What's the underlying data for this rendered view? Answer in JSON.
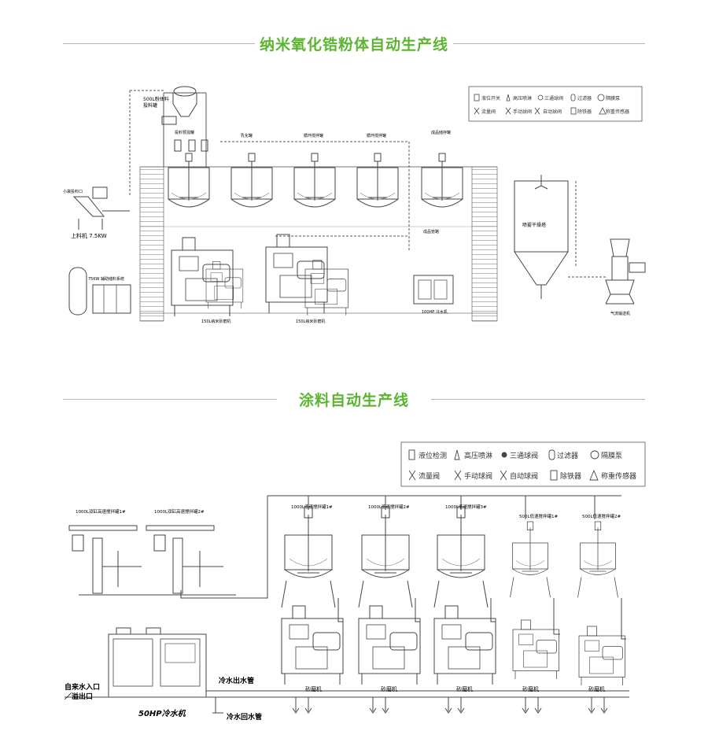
{
  "section1": {
    "title": "纳米氧化锆粉体自动生产线",
    "labels": {
      "hopper": "500L粉体料",
      "hopper2": "投料罐",
      "tank_a": "投料预混罐",
      "tank_b": "乳化罐",
      "tank_c": "循环搅拌罐",
      "tank_d": "循环搅拌罐",
      "tank_e": "成品储存罐",
      "feeder": "小袋投料口",
      "lifter": "上料机 7.5KW",
      "aux": "75KW 辅助储料系统",
      "mill1": "150L纳米砂磨机",
      "mill2": "150L纳米砂磨机",
      "cooler": "100HP 冷水机",
      "dryer": "喷雾干燥塔",
      "conveyor": "气流输送机",
      "valve_note": "成品管路"
    },
    "legend": [
      {
        "icon": "liquid-level-icon",
        "label": "液位开关"
      },
      {
        "icon": "spray-icon",
        "label": "高压喷淋"
      },
      {
        "icon": "three-way-valve-icon",
        "label": "三通球阀"
      },
      {
        "icon": "filter-icon",
        "label": "过滤器"
      },
      {
        "icon": "diaphragm-pump-icon",
        "label": "隔膜泵"
      },
      {
        "icon": "flow-valve-icon",
        "label": "流量阀"
      },
      {
        "icon": "manual-valve-icon",
        "label": "手动球阀"
      },
      {
        "icon": "auto-valve-icon",
        "label": "自动球阀"
      },
      {
        "icon": "iron-remover-icon",
        "label": "除铁器"
      },
      {
        "icon": "weight-sensor-icon",
        "label": "称重传感器"
      }
    ]
  },
  "section2": {
    "title": "涂料自动生产线",
    "labels": {
      "mixer1": "1000L双缸高速搅拌罐1#",
      "mixer2": "1000L双缸高速搅拌罐2#",
      "tank1": "1000L低速搅拌罐1#",
      "tank2": "1000L低速搅拌罐2#",
      "tank3": "1000L低速搅拌罐3#",
      "tank4": "500L低速搅拌罐1#",
      "tank5": "500L低速搅拌罐2#",
      "mill": "砂磨机",
      "chiller": "50HP冷水机",
      "water_in": "自来水入口",
      "water_out": "／溢出口",
      "cold_out": "冷水出水管",
      "cold_back": "冷水回水管"
    },
    "legend": [
      {
        "icon": "liquid-level-icon",
        "label": "液位检测"
      },
      {
        "icon": "spray-icon",
        "label": "高压喷淋"
      },
      {
        "icon": "three-way-valve-icon",
        "label": "三通球阀"
      },
      {
        "icon": "filter-icon",
        "label": "过滤器"
      },
      {
        "icon": "diaphragm-pump-icon",
        "label": "隔膜泵"
      },
      {
        "icon": "flow-valve-icon",
        "label": "流量阀"
      },
      {
        "icon": "manual-valve-icon",
        "label": "手动球阀"
      },
      {
        "icon": "auto-valve-icon",
        "label": "自动球阀"
      },
      {
        "icon": "iron-remover-icon",
        "label": "除铁器"
      },
      {
        "icon": "weight-sensor-icon",
        "label": "称重传感器"
      }
    ]
  },
  "colors": {
    "accent": "#5cb531",
    "line": "#444444",
    "rule": "#b5b5b5"
  }
}
